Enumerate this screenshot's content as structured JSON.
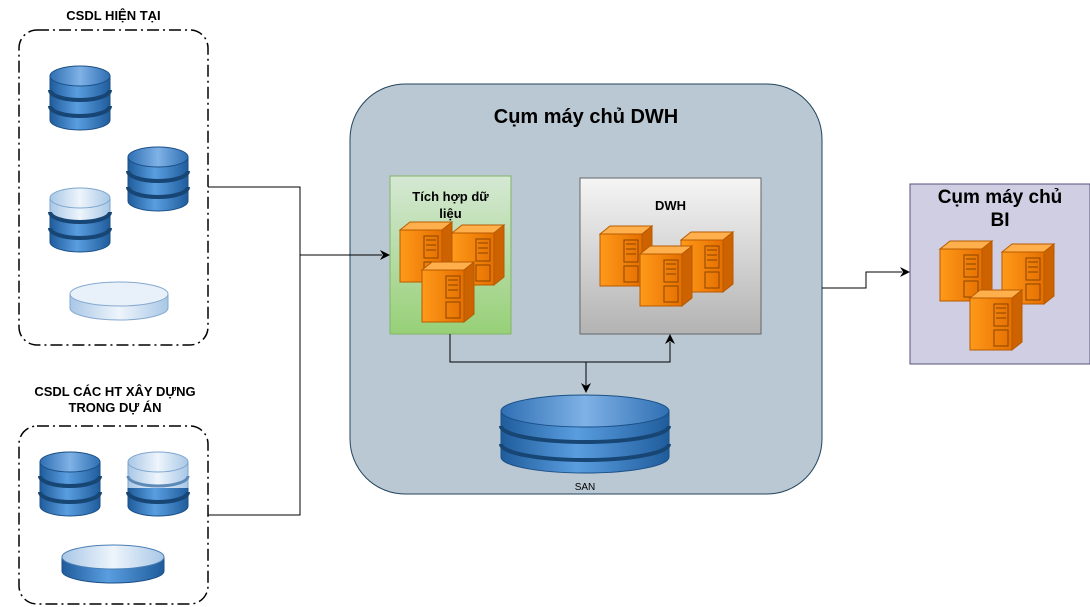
{
  "groups": {
    "current_db": {
      "title": "CSDL  HIỆN TẠI"
    },
    "project_db": {
      "title_line1": "CSDL  CÁC HT XÂY DỰNG",
      "title_line2": "TRONG DỰ ÁN"
    }
  },
  "dwh_cluster": {
    "title": "Cụm máy chủ DWH",
    "integration": {
      "title_line1": "Tích hợp dữ",
      "title_line2": "liệu"
    },
    "dwh": {
      "title": "DWH"
    },
    "san": {
      "label": "SAN"
    }
  },
  "bi_cluster": {
    "title_line1": "Cụm máy chủ",
    "title_line2": "BI"
  },
  "colors": {
    "cluster_fill": "#bac8d3",
    "integration_top": "#d5e8d4",
    "integration_bottom": "#97d077",
    "dwh_top": "#f5f5f5",
    "dwh_bottom": "#b3b3b3",
    "bi_fill": "#d0cee2",
    "db_blue": "#4d8fd1",
    "server_orange": "#ff8c00"
  }
}
